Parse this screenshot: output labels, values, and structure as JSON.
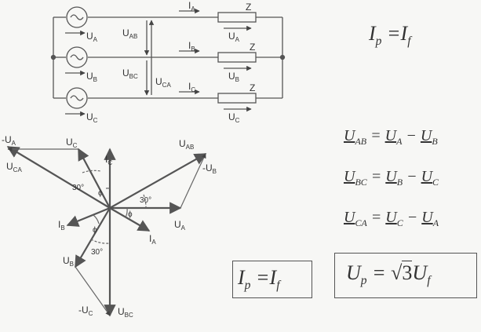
{
  "circuit": {
    "sources": [
      "U",
      "U",
      "U"
    ],
    "source_subs": [
      "A",
      "B",
      "C"
    ],
    "currents": [
      "I",
      "I",
      "I"
    ],
    "current_subs": [
      "A",
      "B",
      "C"
    ],
    "loads": [
      "Z",
      "Z",
      "Z"
    ],
    "load_voltages": [
      "U",
      "U",
      "U"
    ],
    "load_voltage_subs": [
      "A",
      "B",
      "C"
    ],
    "line_voltages": [
      "U",
      "U",
      "U"
    ],
    "line_voltage_subs": [
      "AB",
      "BC",
      "CA"
    ]
  },
  "phasor": {
    "labels": {
      "negUA": "-U",
      "negUA_sub": "A",
      "UC": "U",
      "UC_sub": "C",
      "IC": "I",
      "IC_sub": "C",
      "UAB": "U",
      "UAB_sub": "AB",
      "negUB": "-U",
      "negUB_sub": "B",
      "UCA": "U",
      "UCA_sub": "CA",
      "IB": "I",
      "IB_sub": "B",
      "UA": "U",
      "UA_sub": "A",
      "IA": "I",
      "IA_sub": "A",
      "UB": "U",
      "UB_sub": "B",
      "negUC": "-U",
      "negUC_sub": "C",
      "UBC": "U",
      "UBC_sub": "BC"
    },
    "angles": [
      "30°",
      "30°",
      "30°"
    ],
    "phi": "ϕ"
  },
  "formulas": {
    "current_eq": {
      "left": "I",
      "left_sub": "p",
      "right": "I",
      "right_sub": "f"
    },
    "uab": {
      "a": "U",
      "a_sub": "AB",
      "b": "U",
      "b_sub": "A",
      "c": "U",
      "c_sub": "B"
    },
    "ubc": {
      "a": "U",
      "a_sub": "BC",
      "b": "U",
      "b_sub": "B",
      "c": "U",
      "c_sub": "C"
    },
    "uca": {
      "a": "U",
      "a_sub": "CA",
      "b": "U",
      "b_sub": "C",
      "c": "U",
      "c_sub": "A"
    },
    "boxed_current": {
      "left": "I",
      "left_sub": "p",
      "right": "I",
      "right_sub": "f"
    },
    "boxed_voltage": {
      "left": "U",
      "left_sub": "p",
      "root": "3",
      "right": "U",
      "right_sub": "f"
    }
  }
}
